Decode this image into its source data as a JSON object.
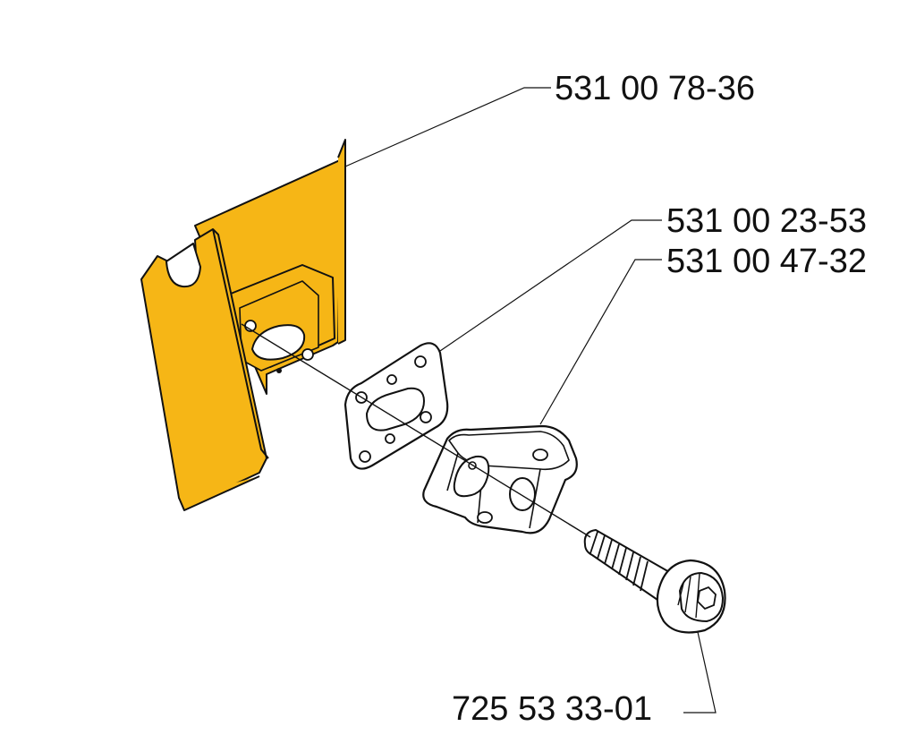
{
  "colors": {
    "heat_shield_fill": "#f6b616",
    "line": "#111111",
    "background": "#ffffff"
  },
  "parts": [
    {
      "part_number": "531 00 78-36",
      "part": "heat-shield-plate"
    },
    {
      "part_number": "531 00 23-53",
      "part": "gasket"
    },
    {
      "part_number": "531 00 47-32",
      "part": "flange-block"
    },
    {
      "part_number": "725 53 33-01",
      "part": "bolt"
    }
  ]
}
